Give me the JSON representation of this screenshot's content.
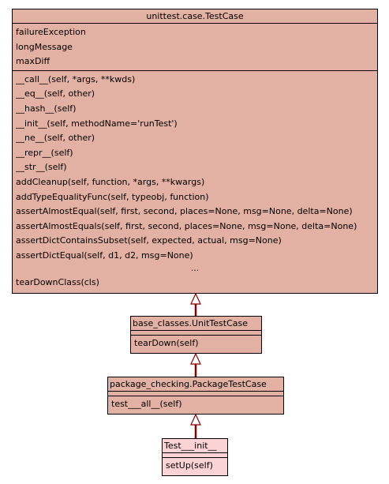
{
  "classes": {
    "testcase": {
      "name": "unittest.case.TestCase",
      "attributes": [
        "failureException",
        "longMessage",
        "maxDiff"
      ],
      "operations": [
        "__call__(self, *args, **kwds)",
        "__eq__(self, other)",
        "__hash__(self)",
        "__init__(self, methodName='runTest')",
        "__ne__(self, other)",
        "__repr__(self)",
        "__str__(self)",
        "addCleanup(self, function, *args, **kwargs)",
        "addTypeEqualityFunc(self, typeobj, function)",
        "assertAlmostEqual(self, first, second, places=None, msg=None, delta=None)",
        "assertAlmostEquals(self, first, second, places=None, msg=None, delta=None)",
        "assertDictContainsSubset(self, expected, actual, msg=None)",
        "assertDictEqual(self, d1, d2, msg=None)"
      ],
      "ellipsis": "...",
      "last_operation": "tearDownClass(cls)"
    },
    "unittestcase": {
      "name": "base_classes.UnitTestCase",
      "operations": [
        "tearDown(self)"
      ]
    },
    "packagetestcase": {
      "name": "package_checking.PackageTestCase",
      "operations": [
        "test___all__(self)"
      ]
    },
    "testinit": {
      "name": "Test___init__",
      "operations": [
        "setUp(self)"
      ]
    }
  },
  "colors": {
    "class_fill": "#e3b1a3",
    "leaf_fill": "#fbd3d5",
    "edge": "#8b0000"
  }
}
